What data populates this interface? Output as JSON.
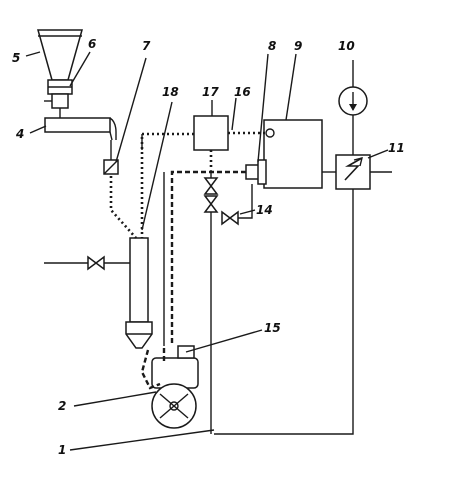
{
  "diagram": {
    "labels": {
      "l1": "1",
      "l2": "2",
      "l4": "4",
      "l5": "5",
      "l6": "6",
      "l7": "7",
      "l8": "8",
      "l9": "9",
      "l10": "10",
      "l11": "11",
      "l14": "14",
      "l15": "15",
      "l16": "16",
      "l17": "17",
      "l18": "18"
    }
  }
}
